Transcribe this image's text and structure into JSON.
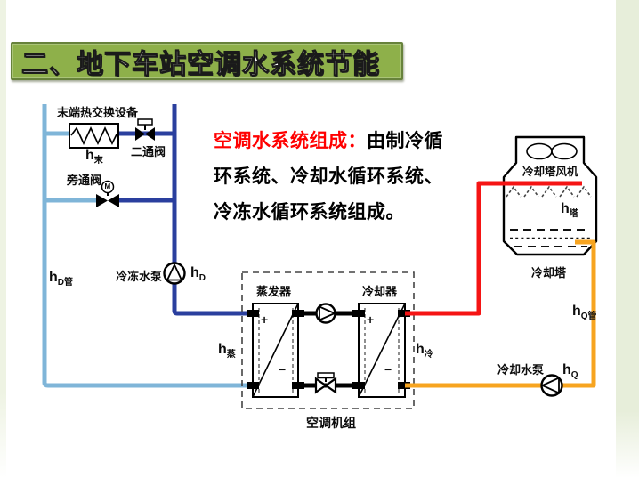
{
  "slide": {
    "title": "二、地下车站空调水系统节能"
  },
  "note": {
    "highlight": "空调水系统组成：",
    "line1_rest": "由制冷循",
    "line2": "环系统、冷却水循环系统、",
    "line3": "冷冻水循环系统组成。"
  },
  "labels": {
    "terminal_unit": "末端热交换设备",
    "two_way_valve": "二通阀",
    "bypass_valve": "旁通阀",
    "chilled_pump": "冷冻水泵",
    "evaporator": "蒸发器",
    "condenser": "冷却器",
    "ahu": "空调机组",
    "tower_fan": "冷却塔风机",
    "tower": "冷却塔",
    "cooling_pump": "冷却水泵",
    "motor": "M",
    "plus": "+",
    "minus": "−"
  },
  "heads": {
    "base": "h",
    "terminal_sub": "末",
    "d_pipe_sub": "D管",
    "d_sub": "D",
    "evap_sub": "蒸",
    "cond_sub": "冷",
    "tower_sub": "塔",
    "q_pipe_sub": "Q管",
    "q_sub": "Q"
  },
  "colors": {
    "banner_green": "#8EB04A",
    "chilled_supply_blue": "#2A3F9E",
    "chilled_return_blue": "#7FB5D8",
    "cooling_supply_red": "#F51414",
    "cooling_return_orange": "#F7A41F",
    "highlight_red": "#FF0000"
  }
}
